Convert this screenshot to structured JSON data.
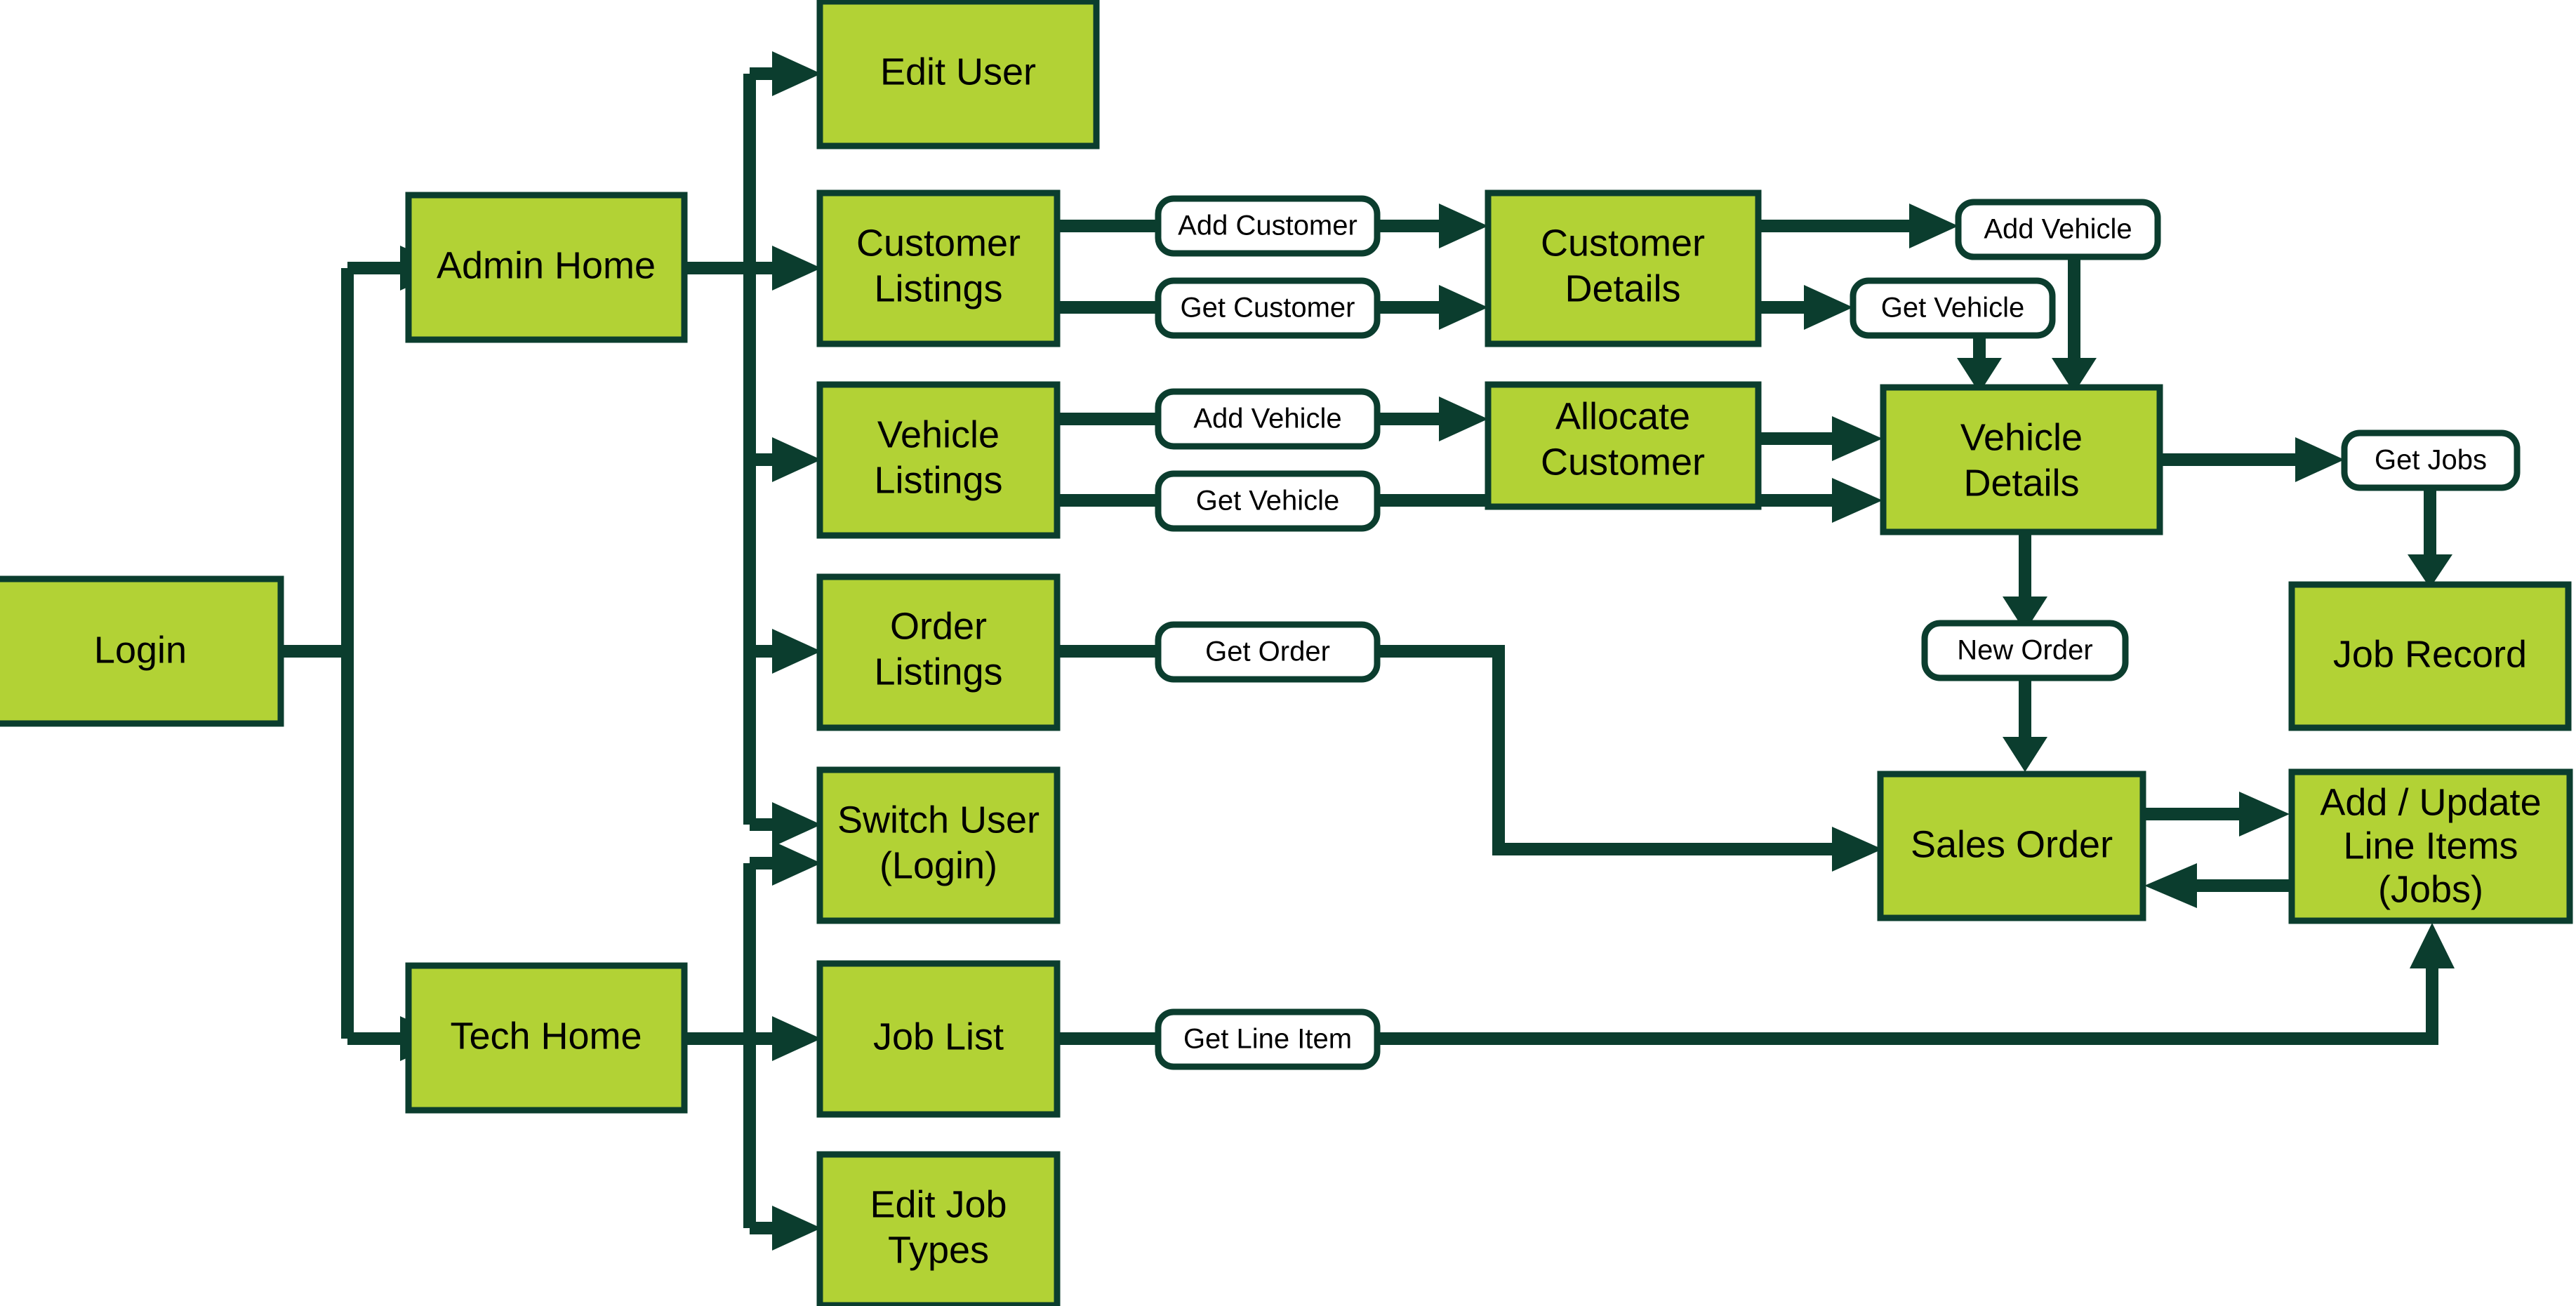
{
  "diagram": {
    "type": "flowchart",
    "title": "",
    "colors": {
      "node_fill": "#B2D235",
      "node_stroke": "#0B3D2E",
      "pill_fill": "#FFFFFF",
      "connector": "#0B3D2E",
      "background": "#FFFFFF",
      "text": "#000000"
    },
    "nodes": [
      {
        "id": "login",
        "label": "Login",
        "lines": [
          "Login"
        ]
      },
      {
        "id": "admin-home",
        "label": "Admin Home",
        "lines": [
          "Admin Home"
        ]
      },
      {
        "id": "tech-home",
        "label": "Tech Home",
        "lines": [
          "Tech Home"
        ]
      },
      {
        "id": "edit-user",
        "label": "Edit User",
        "lines": [
          "Edit User"
        ]
      },
      {
        "id": "customer-listings",
        "label": "Customer Listings",
        "lines": [
          "Customer",
          "Listings"
        ]
      },
      {
        "id": "vehicle-listings",
        "label": "Vehicle Listings",
        "lines": [
          "Vehicle",
          "Listings"
        ]
      },
      {
        "id": "order-listings",
        "label": "Order Listings",
        "lines": [
          "Order",
          "Listings"
        ]
      },
      {
        "id": "switch-user",
        "label": "Switch User (Login)",
        "lines": [
          "Switch User",
          "(Login)"
        ]
      },
      {
        "id": "job-list",
        "label": "Job List",
        "lines": [
          "Job List"
        ]
      },
      {
        "id": "edit-job-types",
        "label": "Edit Job Types",
        "lines": [
          "Edit Job",
          "Types"
        ]
      },
      {
        "id": "customer-details",
        "label": "Customer Details",
        "lines": [
          "Customer",
          "Details"
        ]
      },
      {
        "id": "allocate-customer",
        "label": "Allocate Customer",
        "lines": [
          "Allocate",
          "Customer"
        ]
      },
      {
        "id": "vehicle-details",
        "label": "Vehicle Details",
        "lines": [
          "Vehicle",
          "Details"
        ]
      },
      {
        "id": "job-record",
        "label": "Job Record",
        "lines": [
          "Job Record"
        ]
      },
      {
        "id": "sales-order",
        "label": "Sales Order",
        "lines": [
          "Sales Order"
        ]
      },
      {
        "id": "add-update-line-items",
        "label": "Add / Update Line Items (Jobs)",
        "lines": [
          "Add / Update",
          "Line Items",
          "(Jobs)"
        ]
      }
    ],
    "edge_labels": [
      {
        "id": "add-customer",
        "label": "Add Customer"
      },
      {
        "id": "get-customer",
        "label": "Get Customer"
      },
      {
        "id": "add-vehicle-1",
        "label": "Add Vehicle"
      },
      {
        "id": "get-vehicle-1",
        "label": "Get Vehicle"
      },
      {
        "id": "add-vehicle-2",
        "label": "Add Vehicle"
      },
      {
        "id": "get-vehicle-2",
        "label": "Get Vehicle"
      },
      {
        "id": "get-order",
        "label": "Get Order"
      },
      {
        "id": "get-jobs",
        "label": "Get Jobs"
      },
      {
        "id": "new-order",
        "label": "New Order"
      },
      {
        "id": "get-line-item",
        "label": "Get Line Item"
      }
    ],
    "edges": [
      {
        "from": "login",
        "to": "admin-home",
        "label": ""
      },
      {
        "from": "login",
        "to": "tech-home",
        "label": ""
      },
      {
        "from": "admin-home",
        "to": "edit-user",
        "label": ""
      },
      {
        "from": "admin-home",
        "to": "customer-listings",
        "label": ""
      },
      {
        "from": "admin-home",
        "to": "vehicle-listings",
        "label": ""
      },
      {
        "from": "admin-home",
        "to": "order-listings",
        "label": ""
      },
      {
        "from": "admin-home",
        "to": "switch-user",
        "label": ""
      },
      {
        "from": "tech-home",
        "to": "switch-user",
        "label": ""
      },
      {
        "from": "tech-home",
        "to": "job-list",
        "label": ""
      },
      {
        "from": "tech-home",
        "to": "edit-job-types",
        "label": ""
      },
      {
        "from": "customer-listings",
        "to": "customer-details",
        "label": "Add Customer"
      },
      {
        "from": "customer-listings",
        "to": "customer-details",
        "label": "Get Customer"
      },
      {
        "from": "customer-details",
        "to": "vehicle-details",
        "label": "Add Vehicle"
      },
      {
        "from": "customer-details",
        "to": "vehicle-details",
        "label": "Get Vehicle"
      },
      {
        "from": "vehicle-listings",
        "to": "allocate-customer",
        "label": "Add Vehicle"
      },
      {
        "from": "allocate-customer",
        "to": "vehicle-details",
        "label": ""
      },
      {
        "from": "vehicle-listings",
        "to": "vehicle-details",
        "label": "Get Vehicle"
      },
      {
        "from": "order-listings",
        "to": "sales-order",
        "label": "Get Order"
      },
      {
        "from": "vehicle-details",
        "to": "job-record",
        "label": "Get Jobs"
      },
      {
        "from": "vehicle-details",
        "to": "sales-order",
        "label": "New Order"
      },
      {
        "from": "sales-order",
        "to": "add-update-line-items",
        "label": ""
      },
      {
        "from": "add-update-line-items",
        "to": "sales-order",
        "label": ""
      },
      {
        "from": "job-list",
        "to": "add-update-line-items",
        "label": "Get Line Item"
      }
    ]
  }
}
